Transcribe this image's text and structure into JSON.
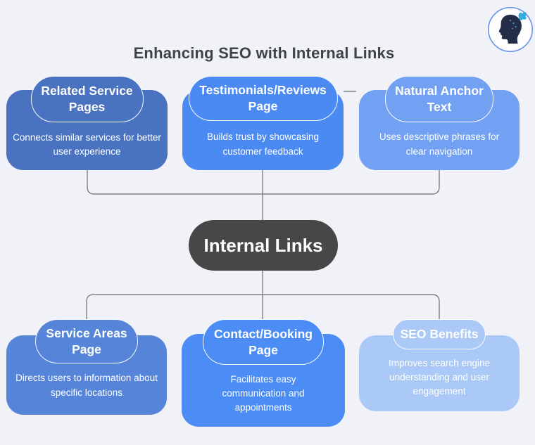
{
  "page": {
    "title": "Enhancing SEO with Internal Links",
    "title_color": "#3e4347",
    "background": "#f1f2f7"
  },
  "center_node": {
    "label": "Internal Links",
    "bg": "#474747",
    "text_color": "#ffffff"
  },
  "connectors": {
    "color": "#6e6e6e"
  },
  "logo": {
    "ring_color": "#5f8fe8",
    "silhouette_color": "#242d47",
    "butterfly_color": "#35aadc"
  },
  "cards_top": [
    {
      "title": "Related Service Pages",
      "description": "Connects similar services for better user experience",
      "bg": "#4973c1"
    },
    {
      "title": "Testimonials/Reviews Page",
      "description": "Builds trust by showcasing customer feedback",
      "bg": "#4c8af3"
    },
    {
      "title": "Natural Anchor Text",
      "description": "Uses descriptive phrases for clear navigation",
      "bg": "#72a0f2"
    }
  ],
  "cards_bottom": [
    {
      "title": "Service Areas Page",
      "description": "Directs users to information about specific locations",
      "bg": "#5584d8"
    },
    {
      "title": "Contact/Booking Page",
      "description": "Facilitates easy communication and appointments",
      "bg": "#4b8cf5"
    },
    {
      "title": "SEO Benefits",
      "description": "Improves search engine understanding and user engagement",
      "bg": "#abc9f7"
    }
  ]
}
